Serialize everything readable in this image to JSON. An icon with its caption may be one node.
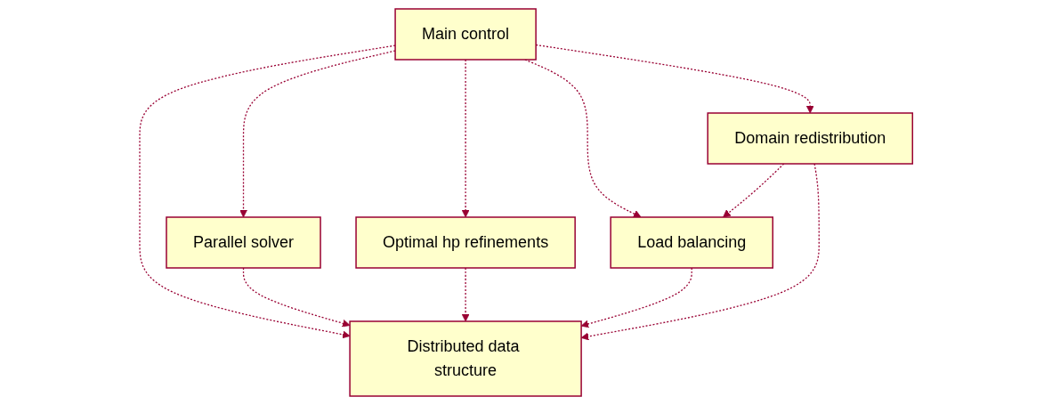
{
  "diagram": {
    "nodes": [
      {
        "text": [
          "Main control"
        ]
      },
      {
        "text": [
          "Parallel solver"
        ]
      },
      {
        "text": [
          "Optimal hp refinements"
        ]
      },
      {
        "text": [
          "Load balancing"
        ]
      },
      {
        "text": [
          "Domain redistribution"
        ]
      },
      {
        "text": [
          "Distributed data structure"
        ]
      }
    ],
    "edges": [
      {
        "from": 0,
        "to": 1,
        "arrow": "to",
        "style": "dashed"
      },
      {
        "from": 0,
        "to": 2,
        "arrow": "to",
        "style": "dashed"
      },
      {
        "from": 0,
        "to": 3,
        "arrow": "to",
        "style": "dashed"
      },
      {
        "from": 0,
        "to": 4,
        "arrow": "to",
        "style": "dashed"
      },
      {
        "from": 0,
        "to": 5,
        "arrow": "to",
        "style": "dashed"
      },
      {
        "from": 1,
        "to": 5,
        "arrow": "to",
        "style": "dashed"
      },
      {
        "from": 2,
        "to": 5,
        "arrow": "to",
        "style": "dashed"
      },
      {
        "from": 3,
        "to": 5,
        "arrow": "to",
        "style": "dashed"
      },
      {
        "from": 4,
        "to": 3,
        "arrow": "to",
        "style": "dashed"
      },
      {
        "from": 4,
        "to": 5,
        "arrow": "to",
        "style": "dashed"
      }
    ]
  }
}
